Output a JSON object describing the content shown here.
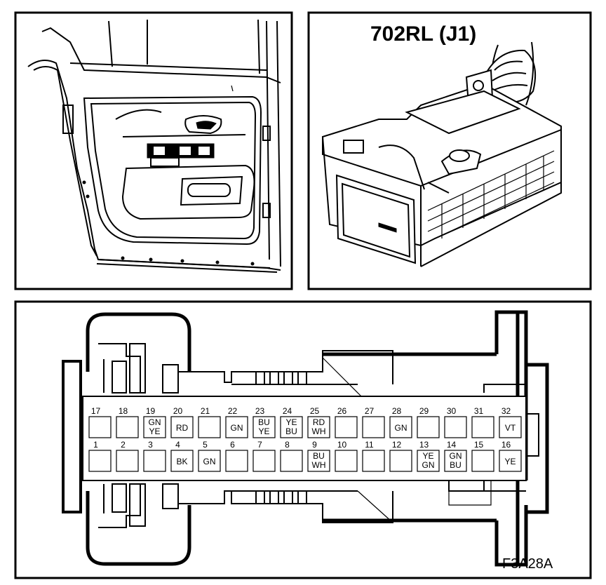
{
  "connector_label": "702RL (J1)",
  "figure_code": "F3A28A",
  "top_row": [
    {
      "num": "17",
      "color": []
    },
    {
      "num": "18",
      "color": []
    },
    {
      "num": "19",
      "color": [
        "GN",
        "YE"
      ]
    },
    {
      "num": "20",
      "color": [
        "RD"
      ]
    },
    {
      "num": "21",
      "color": []
    },
    {
      "num": "22",
      "color": [
        "GN"
      ]
    },
    {
      "num": "23",
      "color": [
        "BU",
        "YE"
      ]
    },
    {
      "num": "24",
      "color": [
        "YE",
        "BU"
      ]
    },
    {
      "num": "25",
      "color": [
        "RD",
        "WH"
      ]
    },
    {
      "num": "26",
      "color": []
    },
    {
      "num": "27",
      "color": []
    },
    {
      "num": "28",
      "color": [
        "GN"
      ]
    },
    {
      "num": "29",
      "color": []
    },
    {
      "num": "30",
      "color": []
    },
    {
      "num": "31",
      "color": []
    },
    {
      "num": "32",
      "color": [
        "VT"
      ]
    }
  ],
  "bottom_row": [
    {
      "num": "1",
      "color": []
    },
    {
      "num": "2",
      "color": []
    },
    {
      "num": "3",
      "color": []
    },
    {
      "num": "4",
      "color": [
        "BK"
      ]
    },
    {
      "num": "5",
      "color": [
        "GN"
      ]
    },
    {
      "num": "6",
      "color": []
    },
    {
      "num": "7",
      "color": []
    },
    {
      "num": "8",
      "color": []
    },
    {
      "num": "9",
      "color": [
        "BU",
        "WH"
      ]
    },
    {
      "num": "10",
      "color": []
    },
    {
      "num": "11",
      "color": []
    },
    {
      "num": "12",
      "color": []
    },
    {
      "num": "13",
      "color": [
        "YE",
        "GN"
      ]
    },
    {
      "num": "14",
      "color": [
        "GN",
        "BU"
      ]
    },
    {
      "num": "15",
      "color": []
    },
    {
      "num": "16",
      "color": [
        "YE"
      ]
    }
  ]
}
